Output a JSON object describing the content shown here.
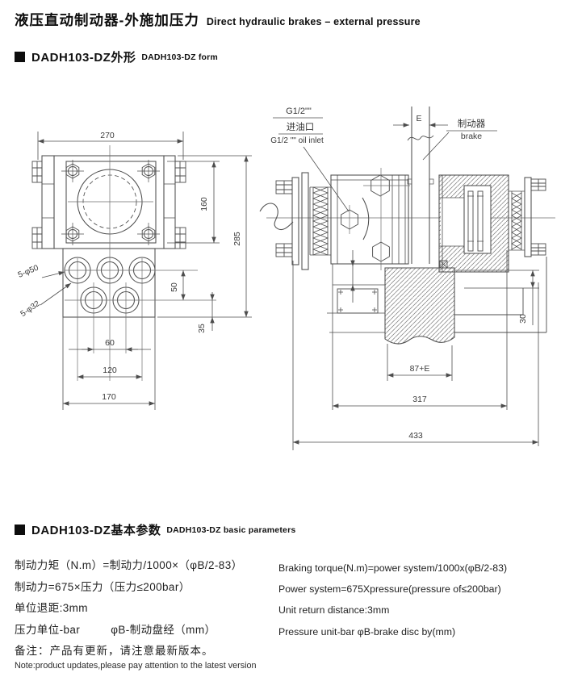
{
  "page": {
    "title_zh": "液压直动制动器-外施加压力",
    "title_en": "Direct hydraulic brakes – external pressure"
  },
  "sections": {
    "form": {
      "title_zh": "DADH103-DZ外形",
      "title_en": "DADH103-DZ form"
    },
    "params": {
      "title_zh": "DADH103-DZ基本参数",
      "title_en": "DADH103-DZ basic parameters"
    }
  },
  "drawing": {
    "line_color": "#4d4d4d",
    "front_view": {
      "dim_width_top": "270",
      "dim_body_height": "160",
      "dim_total_height": "285",
      "dim_row_gap": "50",
      "dim_bottom_offset": "35",
      "dim_pitch_60": "60",
      "dim_pitch_120": "120",
      "dim_block_width": "170",
      "label_holes_large": "5-φ50",
      "label_holes_small": "5-φ32"
    },
    "side_view": {
      "dim_disc_gap": "E",
      "dim_hub": "87+E",
      "dim_inner_span": "317",
      "dim_total_span": "433",
      "dim_step": "30",
      "label_port_size": "G1/2\"\"",
      "label_port_zh": "进油口",
      "label_port_en": "G1/2 \"\" oil inlet",
      "label_brake_zh": "制动器",
      "label_brake_en": "brake"
    }
  },
  "parameters": {
    "zh": [
      "制动力矩（N.m）=制动力/1000×（φB/2-83）",
      "制动力=675×压力（压力≤200bar）",
      "单位退距:3mm"
    ],
    "zh_row4_a": "压力单位-bar",
    "zh_row4_b": "φB-制动盘经（mm）",
    "en": [
      "Braking torque(N.m)=power system/1000x(φB/2-83)",
      "Power system=675Xpressure(pressure of≤200bar)",
      "Unit return distance:3mm",
      "Pressure unit-bar φB-brake disc by(mm)"
    ]
  },
  "note": {
    "zh": "备注：产品有更新，请注意最新版本。",
    "en": "Note:product updates,please pay attention to the latest version"
  }
}
